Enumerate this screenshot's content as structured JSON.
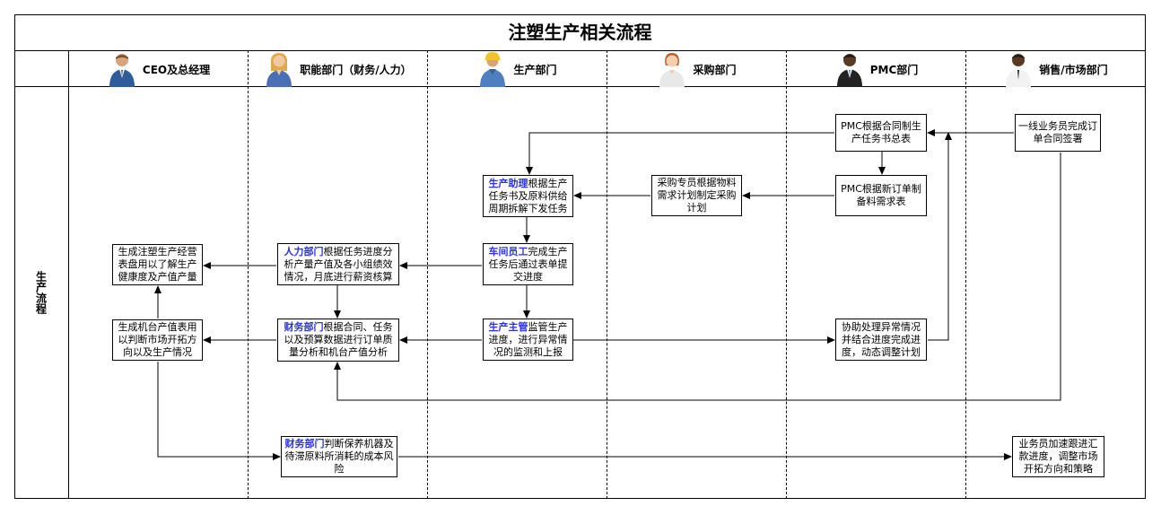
{
  "title": "注塑生产相关流程",
  "row_label": "生产流程",
  "lanes": [
    {
      "label": "CEO及总经理",
      "icon": "businessman-blue-suit-icon"
    },
    {
      "label": "职能部门（财务/人力）",
      "icon": "businesswoman-icon"
    },
    {
      "label": "生产部门",
      "icon": "worker-hardhat-icon"
    },
    {
      "label": "采购部门",
      "icon": "female-clerk-icon"
    },
    {
      "label": "PMC部门",
      "icon": "businessman-dark-suit-icon"
    },
    {
      "label": "销售/市场部门",
      "icon": "salesman-white-shirt-icon"
    }
  ],
  "nodes": {
    "pmc_summary": {
      "text": "PMC根据合同制生产任务书总表"
    },
    "sales_sign": {
      "text": "一线业务员完成订单合同签署"
    },
    "pmc_material": {
      "text": "PMC根据新订单制备料需求表"
    },
    "purchase_plan": {
      "text": "采购专员根据物料需求计划制定采购计划"
    },
    "prod_assist": {
      "highlight": "生产助理",
      "text": "根据生产任务书及原料供给周期拆解下发任务"
    },
    "workshop": {
      "highlight": "车间员工",
      "text": "完成生产任务后通过表单提交进度"
    },
    "hr": {
      "highlight": "人力部门",
      "text": "根据任务进度分析产量产值及各小组绩效情况，月底进行薪资核算"
    },
    "ceo_report": {
      "text": "生成注塑生产经营表盘用以了解生产健康度及产值产量"
    },
    "prod_supervisor": {
      "highlight": "生产主管",
      "text": "监管生产进度，进行异常情况的监测和上报"
    },
    "finance_analysis": {
      "highlight": "财务部门",
      "text": "根据合同、任务以及预算数据进行订单质量分析和机台产值分析"
    },
    "ceo_machine": {
      "text": "生成机台产值表用以判断市场开拓方向以及生产情况"
    },
    "pmc_exception": {
      "text": "协助处理异常情况并结合进度完成进度，动态调整计划"
    },
    "finance_cost": {
      "highlight": "财务部门",
      "text": "判断保养机器及待滞原料所消耗的成本风险"
    },
    "sales_follow": {
      "text": "业务员加速跟进汇款进度，调整市场开拓方向和策略"
    }
  }
}
